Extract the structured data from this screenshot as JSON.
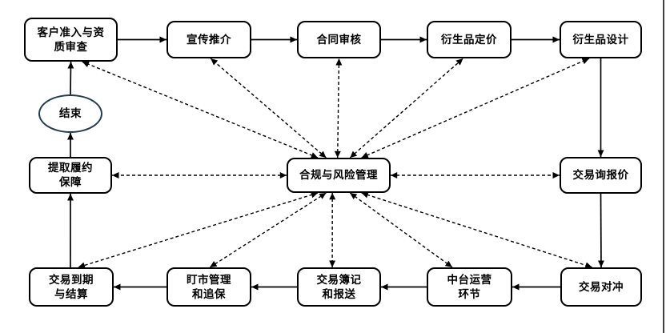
{
  "page": {
    "background_color": "#ffffff",
    "right_edge_border_color": "#404040"
  },
  "diagram": {
    "type": "flowchart",
    "language": "zh-CN",
    "colors": {
      "box_fill": "#ffffff",
      "box_border": "#000000",
      "ellipse_border": "#1f3b4d",
      "line": "#000000",
      "text": "#000000"
    },
    "nodes": {
      "client_onboarding": {
        "label": "客户准入与资\n质审查"
      },
      "marketing": {
        "label": "宣传推介"
      },
      "contract_review": {
        "label": "合同审核"
      },
      "derivative_pricing": {
        "label": "衍生品定价"
      },
      "derivative_design": {
        "label": "衍生品设计"
      },
      "end": {
        "label": "结束"
      },
      "collateral_claim": {
        "label": "提取履约\n保障"
      },
      "compliance_risk": {
        "label": "合规与风险管理"
      },
      "quote_inquiry": {
        "label": "交易询报价"
      },
      "trade_settlement": {
        "label": "交易到期\n与结算"
      },
      "mark_to_market": {
        "label": "盯市管理\n和追保"
      },
      "trade_booking": {
        "label": "交易簿记\n和报送"
      },
      "middle_office": {
        "label": "中台运营\n环节"
      },
      "trade_hedging": {
        "label": "交易对冲"
      }
    },
    "flow_sequence": [
      "客户准入与资质审查",
      "宣传推介",
      "合同审核",
      "衍生品定价",
      "衍生品设计",
      "交易询报价",
      "交易对冲",
      "中台运营环节",
      "交易簿记和报送",
      "盯市管理和追保",
      "交易到期与结算",
      "提取履约保障",
      "结束",
      "客户准入与资质审查"
    ],
    "hub_note": "合规与风险管理 通过双向虚线箭头与全部12个流程环节相连",
    "edges": [
      {
        "from": "client_onboarding",
        "fside": "right",
        "to": "marketing",
        "tside": "left",
        "style": "solid"
      },
      {
        "from": "marketing",
        "fside": "right",
        "to": "contract_review",
        "tside": "left",
        "style": "solid"
      },
      {
        "from": "contract_review",
        "fside": "right",
        "to": "derivative_pricing",
        "tside": "left",
        "style": "solid"
      },
      {
        "from": "derivative_pricing",
        "fside": "right",
        "to": "derivative_design",
        "tside": "left",
        "style": "solid"
      },
      {
        "from": "derivative_design",
        "fside": "bottom",
        "to": "quote_inquiry",
        "tside": "top",
        "style": "solid"
      },
      {
        "from": "quote_inquiry",
        "fside": "bottom",
        "to": "trade_hedging",
        "tside": "top",
        "style": "solid"
      },
      {
        "from": "trade_hedging",
        "fside": "left",
        "to": "middle_office",
        "tside": "right",
        "style": "solid"
      },
      {
        "from": "middle_office",
        "fside": "left",
        "to": "trade_booking",
        "tside": "right",
        "style": "solid"
      },
      {
        "from": "trade_booking",
        "fside": "left",
        "to": "mark_to_market",
        "tside": "right",
        "style": "solid"
      },
      {
        "from": "mark_to_market",
        "fside": "left",
        "to": "trade_settlement",
        "tside": "right",
        "style": "solid"
      },
      {
        "from": "trade_settlement",
        "fside": "top",
        "ft": 0.49,
        "to": "collateral_claim",
        "tside": "bottom",
        "tt": 0.5,
        "style": "solid"
      },
      {
        "from": "collateral_claim",
        "fside": "top",
        "to": "end",
        "tside": "bottom",
        "style": "solid"
      },
      {
        "from": "end",
        "fside": "top",
        "to": "client_onboarding",
        "tside": "bottom",
        "tt": 0.5,
        "style": "solid"
      },
      {
        "from": "compliance_risk",
        "fside": "top",
        "ft": 0.3,
        "to": "client_onboarding",
        "tside": "bottom",
        "tt": 0.62,
        "style": "dashed",
        "bi": true
      },
      {
        "from": "compliance_risk",
        "fside": "top",
        "ft": 0.38,
        "to": "marketing",
        "tside": "bottom",
        "tt": 0.52,
        "style": "dashed",
        "bi": true
      },
      {
        "from": "compliance_risk",
        "fside": "top",
        "ft": 0.49,
        "to": "contract_review",
        "tside": "bottom",
        "tt": 0.5,
        "style": "dashed",
        "bi": true
      },
      {
        "from": "compliance_risk",
        "fside": "top",
        "ft": 0.61,
        "to": "derivative_pricing",
        "tside": "bottom",
        "tt": 0.43,
        "style": "dashed",
        "bi": true
      },
      {
        "from": "compliance_risk",
        "fside": "top",
        "ft": 0.72,
        "to": "derivative_design",
        "tside": "bottom",
        "tt": 0.36,
        "style": "dashed",
        "bi": true
      },
      {
        "from": "compliance_risk",
        "fside": "left",
        "to": "collateral_claim",
        "tside": "right",
        "style": "dashed",
        "bi": true
      },
      {
        "from": "compliance_risk",
        "fside": "right",
        "to": "quote_inquiry",
        "tside": "left",
        "style": "dashed",
        "bi": true
      },
      {
        "from": "compliance_risk",
        "fside": "bottom",
        "ft": 0.3,
        "to": "trade_settlement",
        "tside": "top",
        "tt": 0.58,
        "style": "dashed",
        "bi": true
      },
      {
        "from": "compliance_risk",
        "fside": "bottom",
        "ft": 0.38,
        "to": "mark_to_market",
        "tside": "top",
        "tt": 0.51,
        "style": "dashed",
        "bi": true
      },
      {
        "from": "compliance_risk",
        "fside": "bottom",
        "ft": 0.44,
        "to": "trade_booking",
        "tside": "top",
        "tt": 0.42,
        "style": "dashed",
        "bi": true
      },
      {
        "from": "compliance_risk",
        "fside": "bottom",
        "ft": 0.61,
        "to": "middle_office",
        "tside": "top",
        "tt": 0.3,
        "style": "dashed",
        "bi": true
      },
      {
        "from": "compliance_risk",
        "fside": "bottom",
        "ft": 0.72,
        "to": "trade_hedging",
        "tside": "top",
        "tt": 0.39,
        "style": "dashed",
        "bi": true
      }
    ]
  }
}
